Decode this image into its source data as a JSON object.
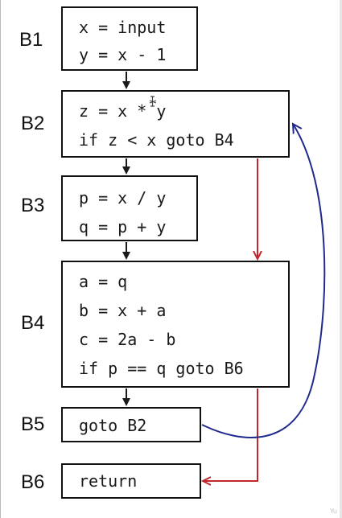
{
  "blocks": [
    {
      "id": "B1",
      "label": "B1",
      "lines": [
        "x = input",
        "y = x - 1"
      ]
    },
    {
      "id": "B2",
      "label": "B2",
      "lines": [
        "z = x * y",
        "if z < x goto B4"
      ]
    },
    {
      "id": "B3",
      "label": "B3",
      "lines": [
        "p = x / y",
        "q = p + y"
      ]
    },
    {
      "id": "B4",
      "label": "B4",
      "lines": [
        "a = q",
        "b = x + a",
        "c = 2a - b",
        "if p == q goto B6"
      ]
    },
    {
      "id": "B5",
      "label": "B5",
      "lines": [
        "goto B2"
      ]
    },
    {
      "id": "B6",
      "label": "B6",
      "lines": [
        "return"
      ]
    }
  ],
  "edges": [
    {
      "from": "B1",
      "to": "B2",
      "kind": "fallthrough",
      "color": "#1a1a1a"
    },
    {
      "from": "B2",
      "to": "B3",
      "kind": "fallthrough",
      "color": "#1a1a1a"
    },
    {
      "from": "B3",
      "to": "B4",
      "kind": "fallthrough",
      "color": "#1a1a1a"
    },
    {
      "from": "B4",
      "to": "B5",
      "kind": "fallthrough",
      "color": "#1a1a1a"
    },
    {
      "from": "B2",
      "to": "B4",
      "kind": "branch",
      "color": "#c0282d"
    },
    {
      "from": "B4",
      "to": "B6",
      "kind": "branch",
      "color": "#c0282d"
    },
    {
      "from": "B5",
      "to": "B2",
      "kind": "back-edge",
      "color": "#1f2a8c"
    }
  ],
  "watermark": "Yu"
}
